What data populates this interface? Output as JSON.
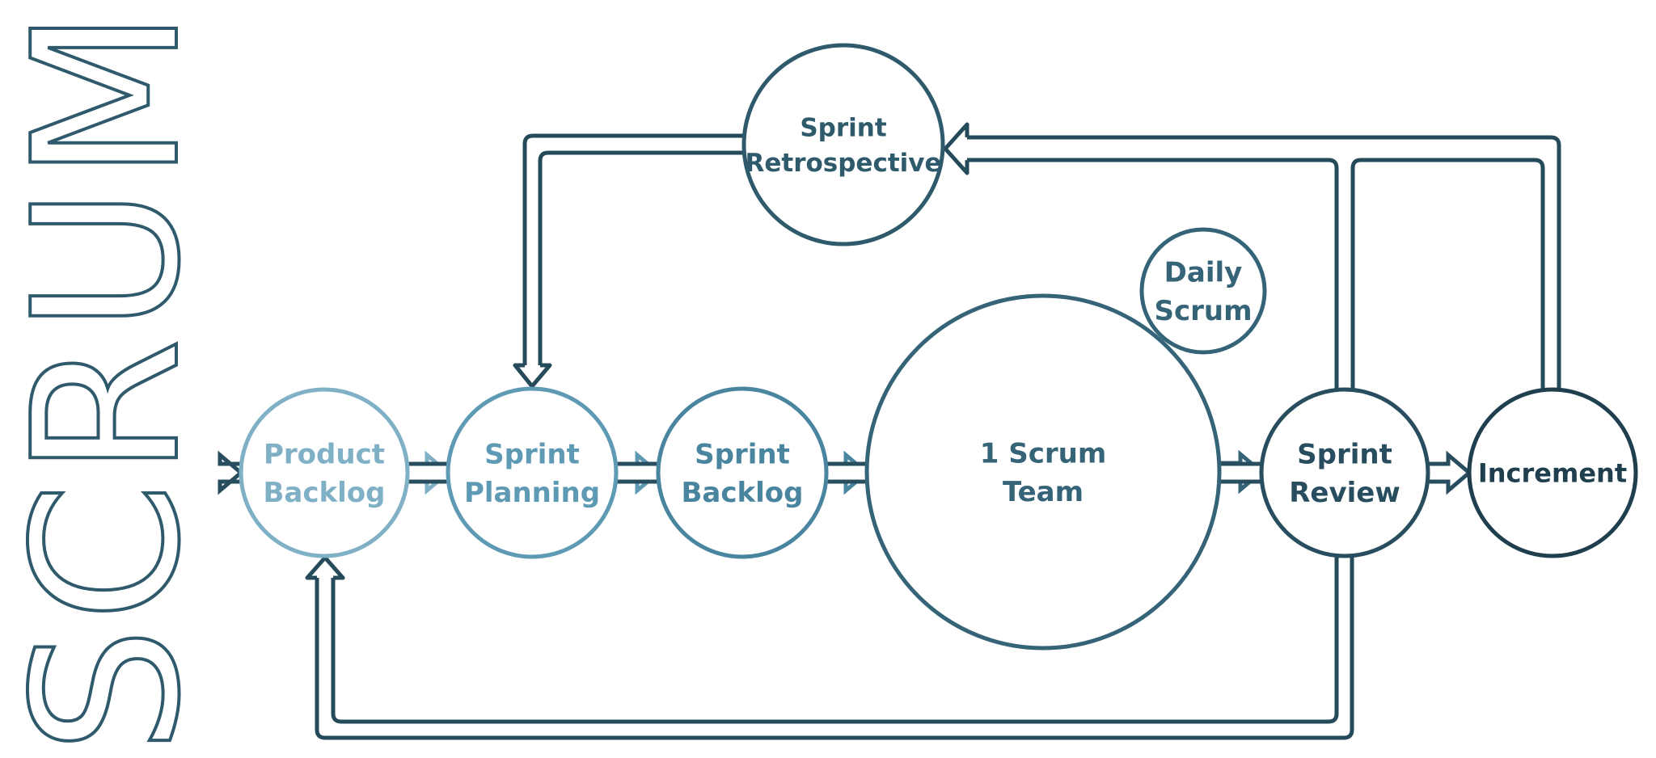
{
  "diagram": {
    "title": "SCRUM",
    "nodes": [
      {
        "id": "product_backlog",
        "lines": [
          "Product",
          "Backlog"
        ],
        "color": "#7fb0c6"
      },
      {
        "id": "sprint_planning",
        "lines": [
          "Sprint",
          "Planning"
        ],
        "color": "#5f9ab4"
      },
      {
        "id": "sprint_backlog",
        "lines": [
          "Sprint",
          "Backlog"
        ],
        "color": "#4a85a0"
      },
      {
        "id": "scrum_team",
        "lines": [
          "1 Scrum",
          "Team"
        ],
        "color": "#356478"
      },
      {
        "id": "daily_scrum",
        "lines": [
          "Daily",
          "Scrum"
        ],
        "color": "#356478"
      },
      {
        "id": "sprint_review",
        "lines": [
          "Sprint",
          "Review"
        ],
        "color": "#284d5e"
      },
      {
        "id": "increment",
        "lines": [
          "Increment"
        ],
        "color": "#1f3f4e"
      },
      {
        "id": "sprint_retrospective",
        "lines": [
          "Sprint",
          "Retrospective"
        ],
        "color": "#2f5a6c"
      }
    ],
    "edges": [
      {
        "from": "product_backlog",
        "to": "sprint_planning"
      },
      {
        "from": "sprint_planning",
        "to": "sprint_backlog"
      },
      {
        "from": "sprint_backlog",
        "to": "scrum_team"
      },
      {
        "from": "scrum_team",
        "to": "sprint_review"
      },
      {
        "from": "sprint_review",
        "to": "increment"
      },
      {
        "from": "sprint_review",
        "to": "sprint_retrospective"
      },
      {
        "from": "increment",
        "to": "sprint_retrospective"
      },
      {
        "from": "sprint_retrospective",
        "to": "sprint_planning"
      },
      {
        "from": "sprint_review",
        "to": "product_backlog"
      }
    ],
    "title_color": "#2f5a6c",
    "loop_color": "#254a5a"
  }
}
